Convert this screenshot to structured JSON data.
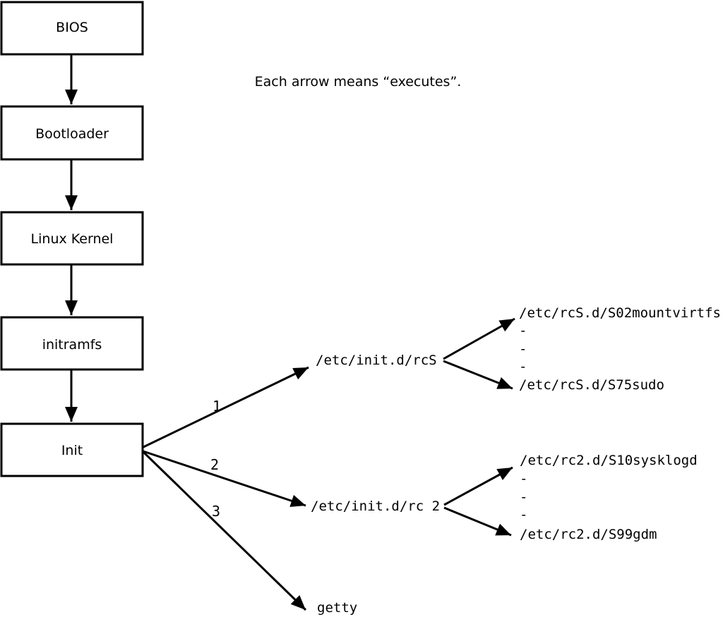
{
  "diagram": {
    "title_note": "Each arrow means “executes”.",
    "boxes": [
      {
        "label": "BIOS"
      },
      {
        "label": "Bootloader"
      },
      {
        "label": "Linux Kernel"
      },
      {
        "label": "initramfs"
      },
      {
        "label": "Init"
      }
    ],
    "init_targets": [
      {
        "order": "1",
        "label": "/etc/init.d/rcS"
      },
      {
        "order": "2",
        "label": "/etc/init.d/rc 2"
      },
      {
        "order": "3",
        "label": "getty"
      }
    ],
    "rcS_scripts": [
      "/etc/rcS.d/S02mountvirtfs",
      "-",
      "-",
      "-",
      "/etc/rcS.d/S75sudo"
    ],
    "rc2_scripts": [
      "/etc/rc2.d/S10sysklogd",
      "-",
      "-",
      "-",
      "/etc/rc2.d/S99gdm"
    ],
    "colors": {
      "stroke": "#000000",
      "background": "#ffffff",
      "text": "#000000"
    }
  }
}
